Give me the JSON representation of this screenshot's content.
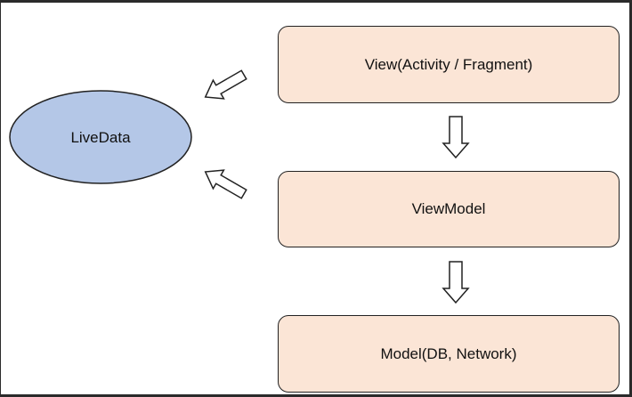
{
  "diagram": {
    "nodes": {
      "view": {
        "label": "View(Activity  / Fragment)"
      },
      "viewmodel": {
        "label": "ViewModel"
      },
      "model": {
        "label": "Model(DB, Network)"
      },
      "livedata": {
        "label": "LiveData"
      }
    },
    "colors": {
      "box_fill": "#fbe5d6",
      "ellipse_fill": "#b4c7e7",
      "stroke": "#222222"
    }
  }
}
